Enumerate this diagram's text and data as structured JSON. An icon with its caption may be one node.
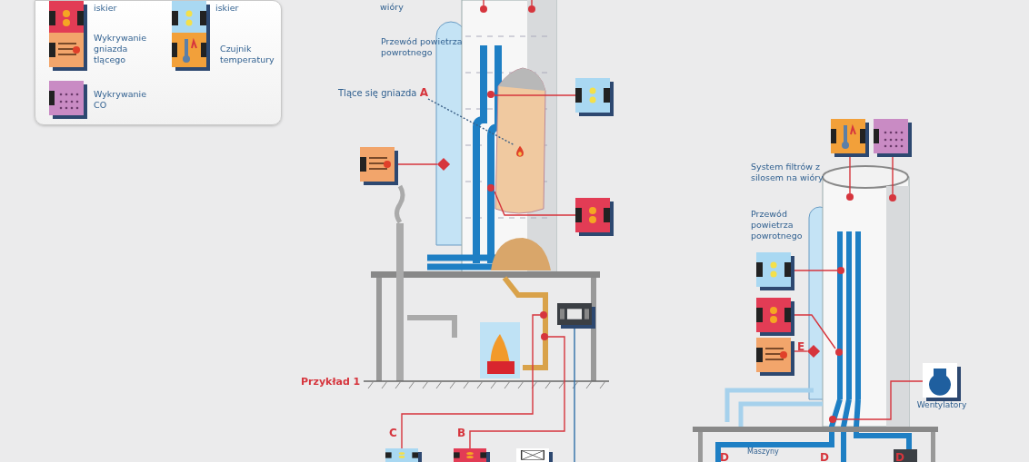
{
  "diagram": {
    "nodes": [
      {
        "text": [],
        "shape": "picture"
      },
      {
        "text": [],
        "shape": "circle"
      },
      {
        "text": [],
        "shape": "picture"
      },
      {
        "text": [],
        "shape": "circle"
      },
      {
        "text": [],
        "shape": "picture"
      },
      {
        "text": [],
        "shape": "diamond"
      },
      {
        "text": [
          "Tlące się gniazda **A**"
        ]
      },
      {
        "text": [],
        "shape": "picture"
      },
      {
        "text": [],
        "shape": "picture"
      },
      {
        "text": [],
        "shape": "picture"
      },
      {
        "text": [],
        "shape": "circle"
      },
      {
        "text": [],
        "shape": "picture"
      },
      {
        "text": [],
        "shape": "circle"
      },
      {
        "text": [],
        "shape": "picture"
      },
      {
        "text": [],
        "shape": "picture"
      },
      {
        "text": [],
        "shape": "picture"
      },
      {
        "text": [],
        "shape": "circle"
      },
      {
        "text": [],
        "shape": "circle"
      },
      {
        "text": [],
        "shape": "picture"
      },
      {
        "text": [],
        "shape": "circle"
      },
      {
        "text": [],
        "shape": "picture"
      },
      {
        "text": [],
        "shape": "circle"
      },
      {
        "text": [],
        "shape": "picture"
      },
      {
        "text": [],
        "shape": "diamond"
      },
      {
        "text": [
          "Wentylatory"
        ]
      },
      {
        "text": [],
        "shape": "circle"
      },
      {
        "text": [],
        "shape": "circle"
      },
      {
        "text": [],
        "shape": "circle"
      }
    ],
    "edges": [
      {
        "from": 0,
        "to": 1,
        "arrow": "none"
      },
      {
        "from": 2,
        "to": 3,
        "arrow": "none"
      },
      {
        "from": 4,
        "to": 5,
        "arrow": "none"
      },
      {
        "from": 6,
        "to": 7,
        "arrow": "none",
        "style": "dashed",
        "color": "#3a5f86"
      },
      {
        "from": 8,
        "to": null,
        "arrow": "none",
        "color": "#2f6fa8"
      },
      {
        "from": 9,
        "to": 10,
        "arrow": "none"
      },
      {
        "from": 11,
        "to": 12,
        "arrow": "none"
      },
      {
        "from": 14,
        "to": 16,
        "arrow": "none"
      },
      {
        "from": 15,
        "to": 17,
        "arrow": "none"
      },
      {
        "from": 18,
        "to": 19,
        "arrow": "none"
      },
      {
        "from": 20,
        "to": 21,
        "arrow": "none"
      },
      {
        "from": 22,
        "to": 23,
        "arrow": "none"
      },
      {
        "from": 24,
        "to": 25,
        "arrow": "none"
      },
      {
        "from": null,
        "to": 26,
        "arrow": "none"
      },
      {
        "from": null,
        "to": 27,
        "arrow": "none"
      }
    ],
    "labels": [
      "wióry",
      "Przewód powietrza powrotnego",
      "Przykład 1",
      "C",
      "B",
      "System filtrów z silosem na wióry",
      "Przewód powietrza powrotnego",
      "E",
      "D",
      "Maszyny",
      "D",
      "D"
    ],
    "legend": [
      {
        "text": "iskier"
      },
      {
        "text": "iskier"
      },
      {
        "text": "Wykrywanie gniazda tlącego"
      },
      {
        "text": "Czujnik temperatury"
      },
      {
        "text": "Wykrywanie CO"
      }
    ]
  }
}
